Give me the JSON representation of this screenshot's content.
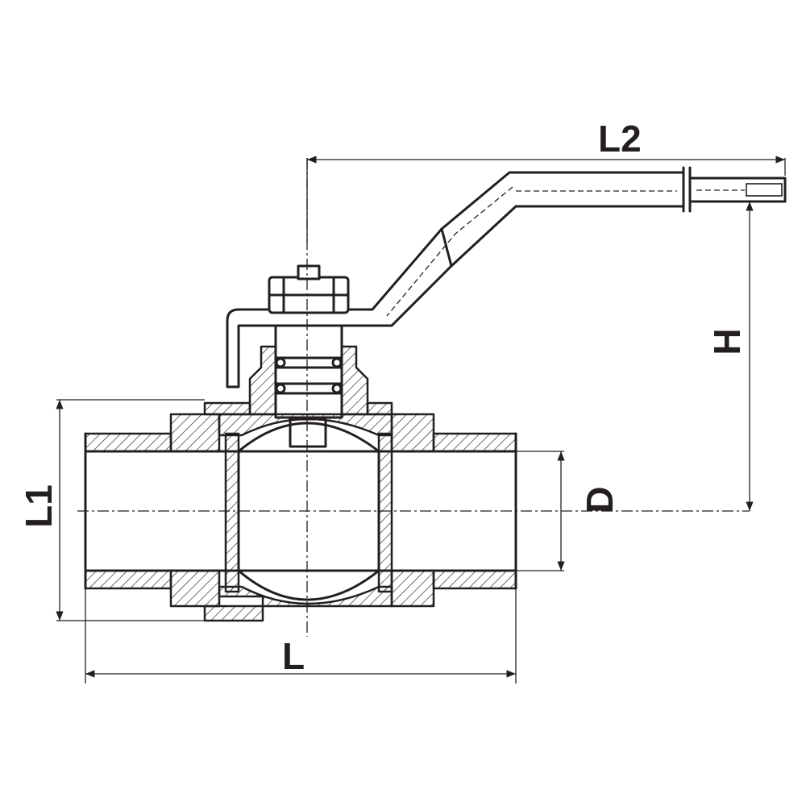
{
  "diagram": {
    "labels": {
      "L2": "L2",
      "H": "H",
      "L1": "L1",
      "D": "D",
      "L": "L"
    },
    "colors": {
      "line": "#231f20",
      "background": "#ffffff"
    }
  }
}
